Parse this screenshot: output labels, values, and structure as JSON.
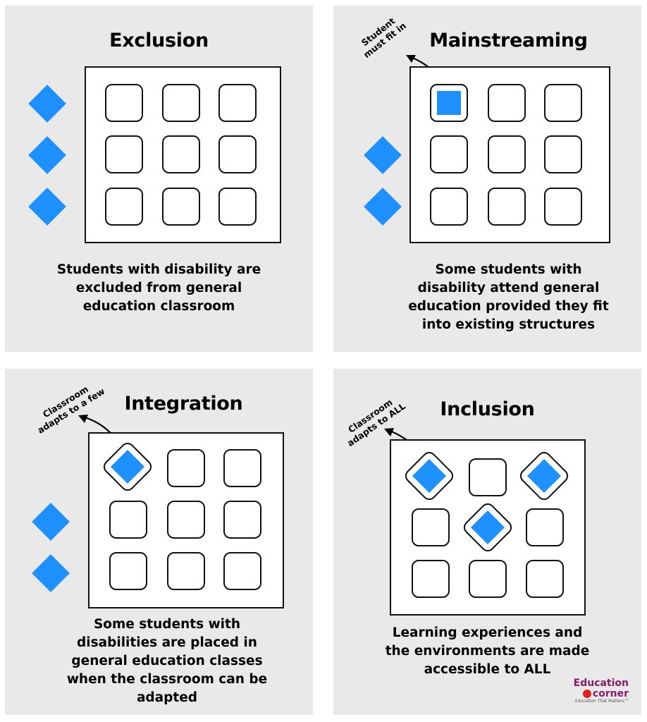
{
  "panels": [
    {
      "title": "Exclusion",
      "caption": [
        "Students with disability are",
        "excluded from general",
        "education classroom"
      ]
    },
    {
      "title": "Mainstreaming",
      "caption": [
        "Some students with",
        "disability attend general",
        "education provided they fit",
        "into existing structures"
      ],
      "note": [
        "Student",
        "must fit in"
      ]
    },
    {
      "title": "Integration",
      "caption": [
        "Some students with",
        "disabilities are placed in",
        "general education classes",
        "when the classroom can be",
        "adapted"
      ],
      "note": [
        "Classroom",
        "adapts to a few"
      ]
    },
    {
      "title": "Inclusion",
      "caption": [
        "Learning experiences and",
        "the environments are made",
        "accessible to ALL"
      ],
      "note": [
        "Classroom",
        "adapts to ALL"
      ]
    }
  ],
  "logo": {
    "line1": "Education",
    "line2": "corner",
    "tagline": "Education That Matters™"
  },
  "colors": {
    "accent": "#1e90ff",
    "panel_bg": "#e9e9e9"
  }
}
